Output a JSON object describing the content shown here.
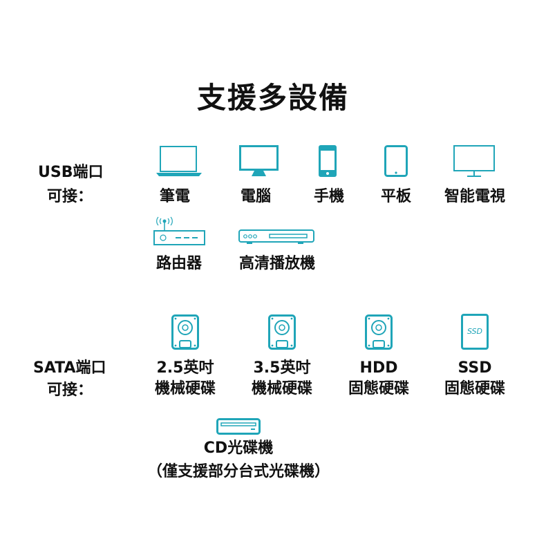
{
  "title": "支援多設備",
  "accent": "#1fa5b8",
  "usb": {
    "label_line1": "USB端口",
    "label_line2": "可接：",
    "devices": [
      {
        "icon": "laptop-icon",
        "label": "筆電"
      },
      {
        "icon": "monitor-icon",
        "label": "電腦"
      },
      {
        "icon": "phone-icon",
        "label": "手機"
      },
      {
        "icon": "tablet-icon",
        "label": "平板"
      },
      {
        "icon": "tv-icon",
        "label": "智能電視"
      },
      {
        "icon": "router-icon",
        "label": "路由器"
      },
      {
        "icon": "media-player-icon",
        "label": "高清播放機"
      }
    ]
  },
  "sata": {
    "label_line1": "SATA端口",
    "label_line2": "可接：",
    "devices": [
      {
        "icon": "hdd-icon",
        "line1": "2.5英吋",
        "line2": "機械硬碟"
      },
      {
        "icon": "hdd-icon",
        "line1": "3.5英吋",
        "line2": "機械硬碟"
      },
      {
        "icon": "hdd-icon",
        "line1": "HDD",
        "line2": "固態硬碟"
      },
      {
        "icon": "ssd-icon",
        "line1": "SSD",
        "line2": "固態硬碟",
        "icon_text": "SSD"
      }
    ],
    "cd": {
      "icon": "optical-drive-icon",
      "line1": "CD光碟機",
      "line2": "（僅支援部分台式光碟機）"
    }
  }
}
